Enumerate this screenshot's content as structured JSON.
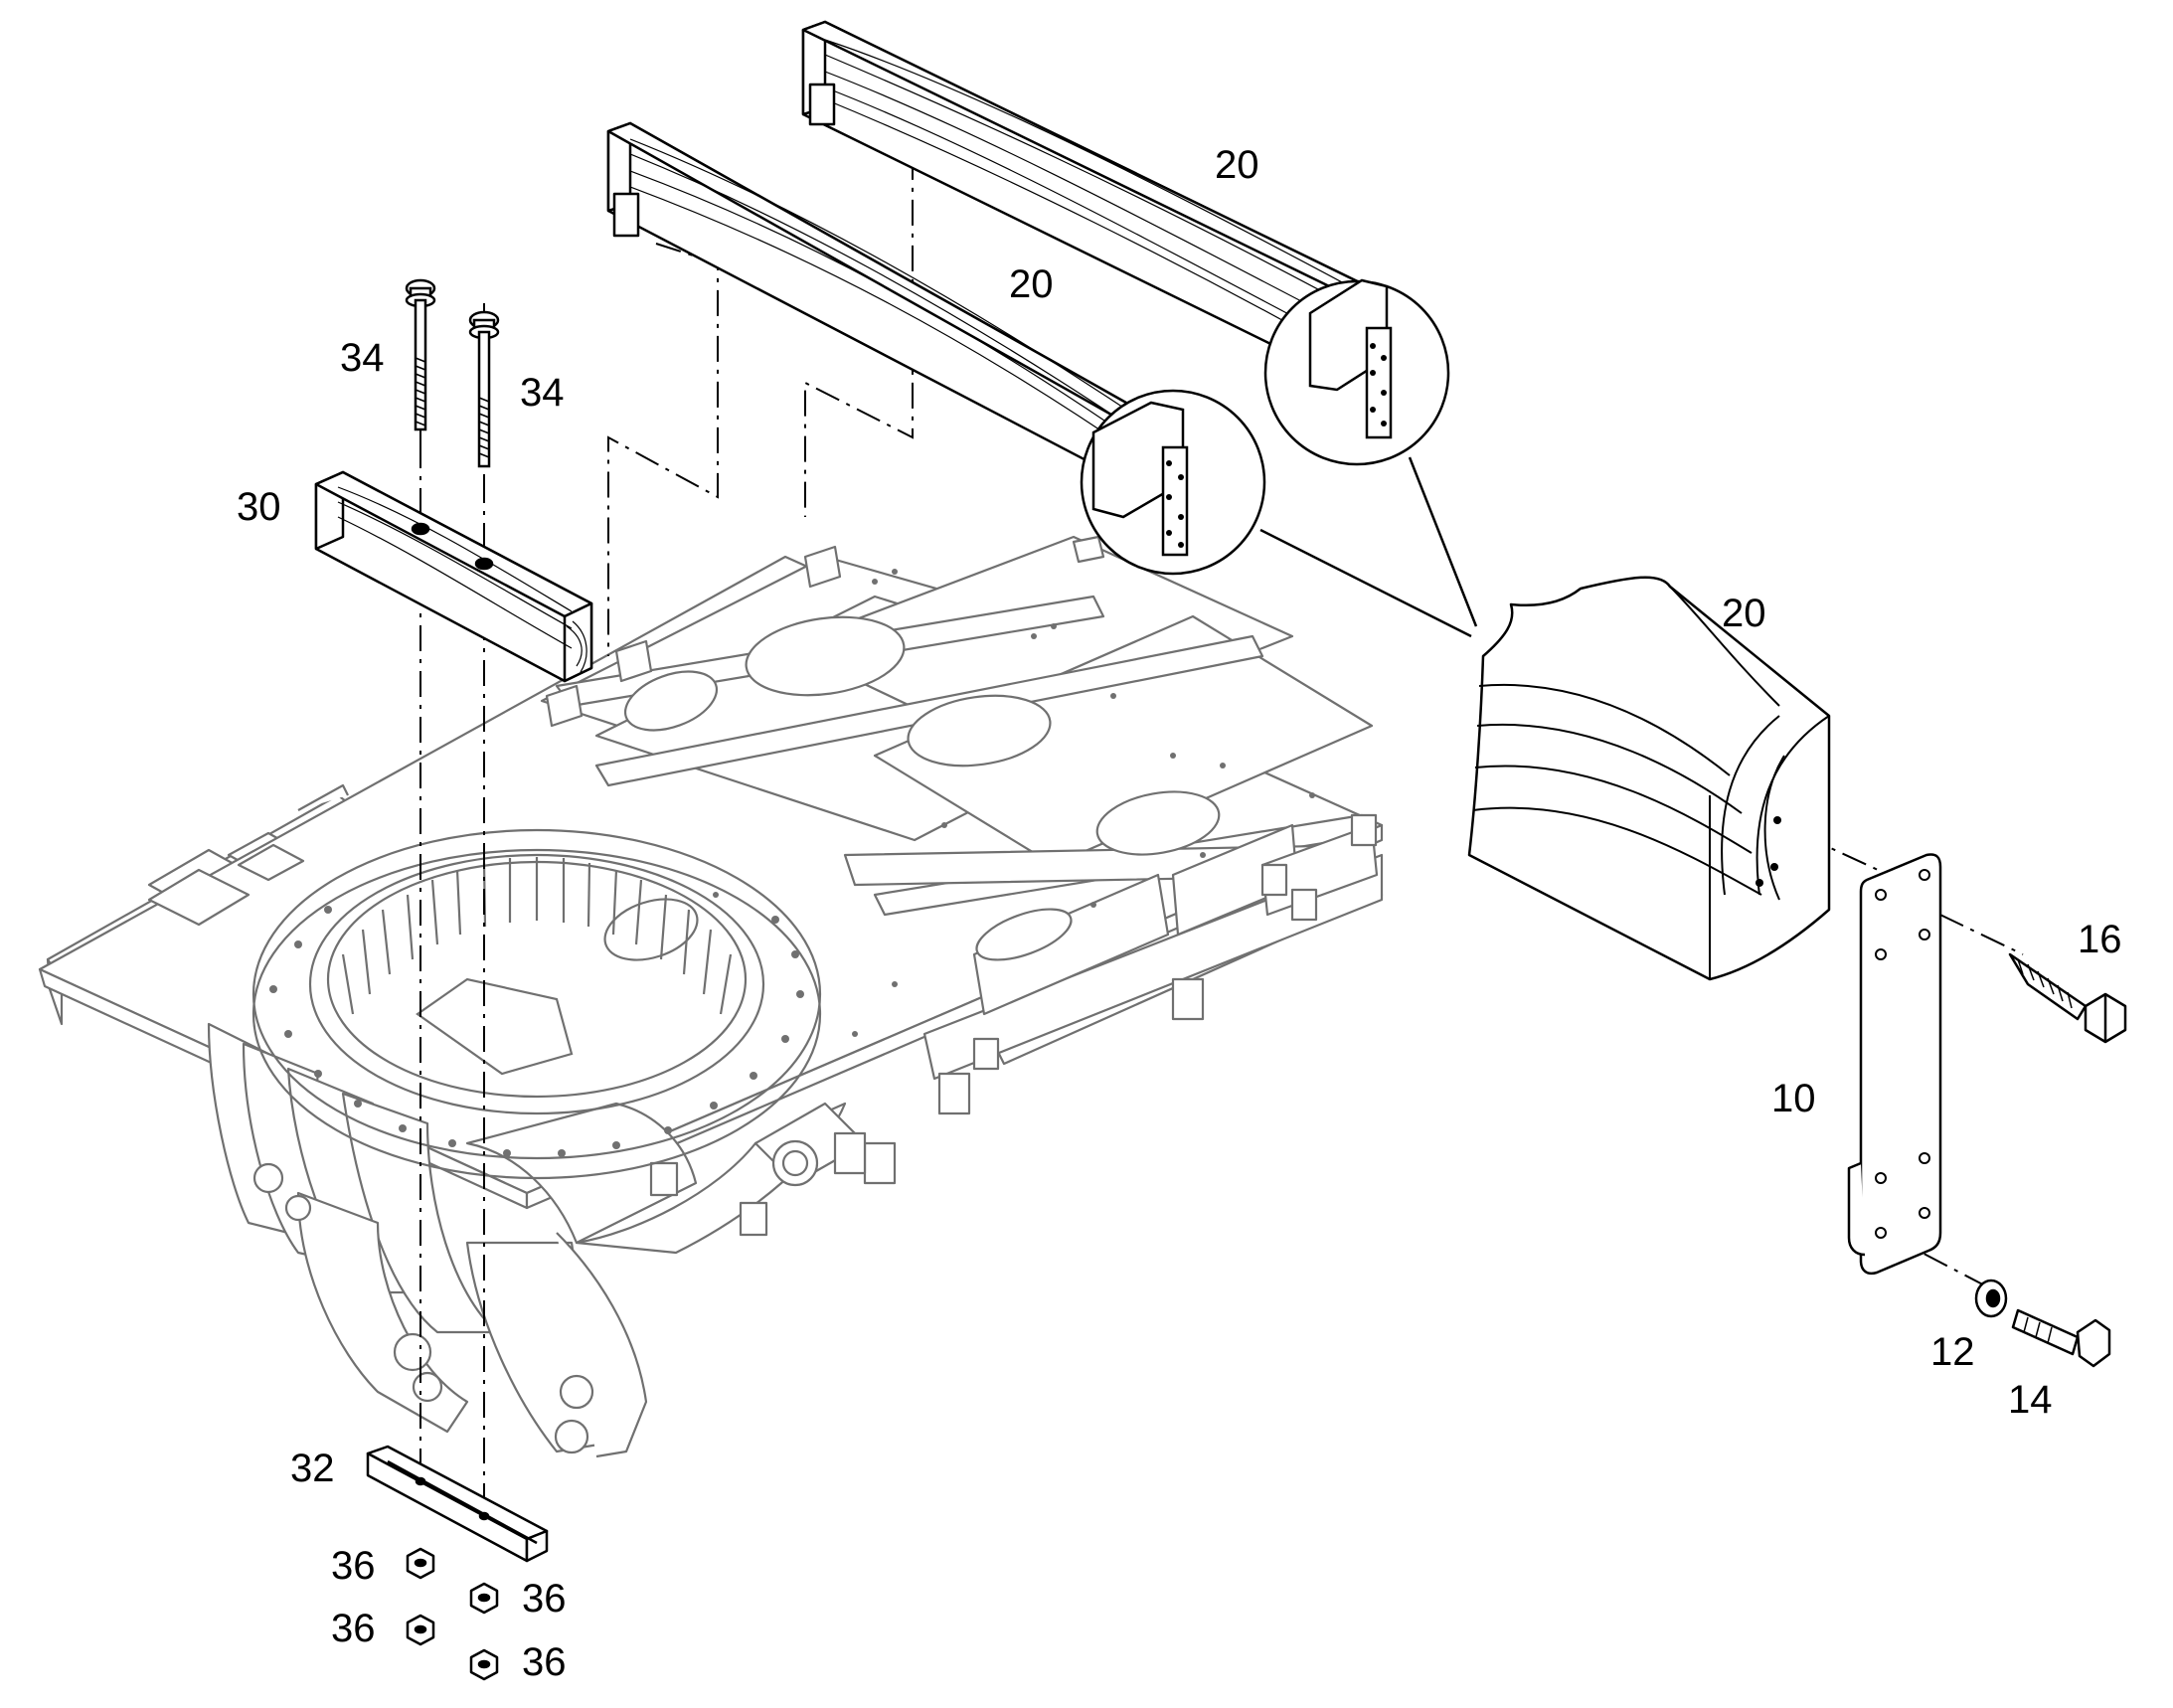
{
  "diagram": {
    "callouts": {
      "c20a": "20",
      "c20b": "20",
      "c20c": "20",
      "c34a": "34",
      "c34b": "34",
      "c30": "30",
      "c16": "16",
      "c10": "10",
      "c12": "12",
      "c14": "14",
      "c32": "32",
      "c36a": "36",
      "c36b": "36",
      "c36c": "36",
      "c36d": "36"
    }
  },
  "colors": {
    "ink": "#000000",
    "frame": "#6e6e6e",
    "paper": "#ffffff"
  }
}
